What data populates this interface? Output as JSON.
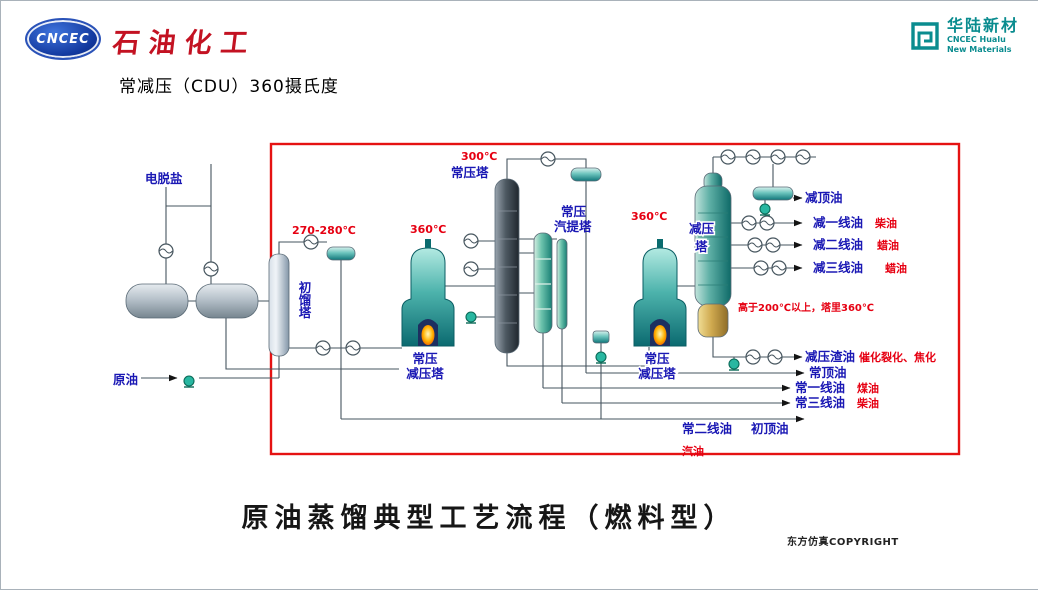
{
  "page": {
    "title": "常减压（CDU）360摄氏度"
  },
  "header": {
    "cncec_logo_text": "CNCEC",
    "brand_name": "石油化工",
    "hualu_cn": "华陆新材",
    "hualu_en1": "CNCEC Hualu",
    "hualu_en2": "New Materials"
  },
  "diagram": {
    "labels": {
      "desalter": "电脱盐",
      "crude_oil": "原油",
      "initial_tower": "初馏塔",
      "atm_tower": "常压塔",
      "stripper_line1": "常压",
      "stripper_line2": "汽提塔",
      "furnace1_line1": "常压",
      "furnace1_line2": "减压塔",
      "furnace2_line1": "常压",
      "furnace2_line2": "减压塔",
      "vac_tower_line1": "减压",
      "vac_tower_line2": "塔"
    },
    "temps": {
      "t270": "270-280℃",
      "t300": "300℃",
      "t360a": "360℃",
      "t360b": "360℃",
      "note_200": "高于200℃以上，塔里360℃"
    },
    "streams": {
      "vac_top": "减顶油",
      "vac1": "减一线油",
      "vac1_prod": "柴油",
      "vac2": "减二线油",
      "vac2_prod": "蜡油",
      "vac3": "减三线油",
      "vac3_prod": "蜡油",
      "vac_residue": "减压渣油",
      "vac_residue_note": "催化裂化、焦化",
      "atm_top": "常顶油",
      "atm1": "常一线油",
      "atm1_prod": "煤油",
      "atm3": "常三线油",
      "atm3_prod": "柴油",
      "atm2": "常二线油",
      "initial_top": "初顶油",
      "gasoline": "汽油"
    },
    "caption": "原油蒸馏典型工艺流程（燃料型）",
    "copyright": "东方仿真COPYRIGHT"
  },
  "colors": {
    "highlight_box": "#e51212",
    "label_blue": "#1a18b4",
    "label_red": "#e60012",
    "hualu_teal": "#0a8c8f",
    "brand_red": "#c31222"
  }
}
